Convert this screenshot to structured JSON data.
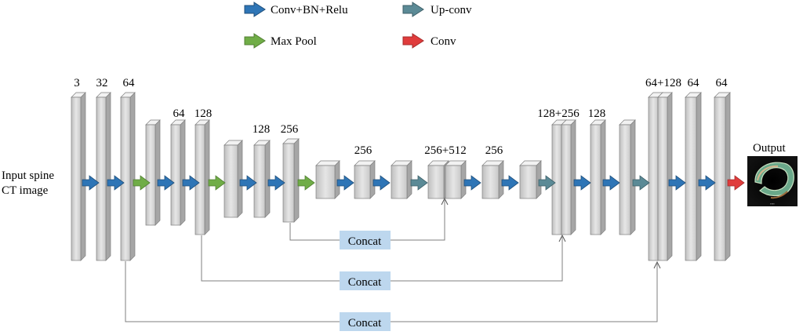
{
  "legend": {
    "conv_bn_relu": {
      "label": "Conv+BN+Relu",
      "color": "#2e75b6"
    },
    "up_conv": {
      "label": "Up-conv",
      "color": "#5b8a96"
    },
    "max_pool": {
      "label": "Max Pool",
      "color": "#70ad47"
    },
    "conv": {
      "label": "Conv",
      "color": "#e03c3c"
    }
  },
  "input_label": {
    "line1": "Input spine",
    "line2": "CT image"
  },
  "output_label": "Output",
  "channel_labels": {
    "c1": "3",
    "c2": "32",
    "c3": "64",
    "c4": "64",
    "c5": "128",
    "c6": "128",
    "c7": "256",
    "c8": "256",
    "c9": "256+512",
    "c10": "256",
    "c11": "128+256",
    "c12": "128",
    "c13": "64+128",
    "c14": "64",
    "c15": "64"
  },
  "concat_labels": {
    "top": "Concat",
    "middle": "Concat",
    "bottom": "Concat"
  },
  "colors": {
    "block_face": "#d9d9d9",
    "block_top": "#f2f2f2",
    "block_side": "#a6a6a6",
    "concat_box": "#bdd7ee"
  }
}
